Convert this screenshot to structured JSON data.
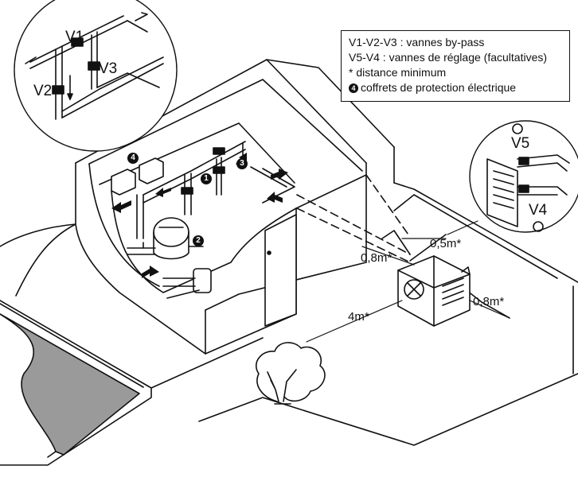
{
  "legend": {
    "line1": "V1-V2-V3 : vannes by-pass",
    "line2": "V5-V4 : vannes de réglage (facultatives)",
    "line3": "* distance minimum",
    "line4_num": "4",
    "line4_text": "coffrets de protection électrique"
  },
  "valves": {
    "v1": "V1",
    "v2": "V2",
    "v3": "V3",
    "v4": "V4",
    "v5": "V5"
  },
  "distances": {
    "d1": "0,5m*",
    "d2": "0,8m*",
    "d3": "0,8m*",
    "d4": "4m*"
  },
  "markers": {
    "m1": "1",
    "m2": "2",
    "m3": "3",
    "m4": "4"
  }
}
